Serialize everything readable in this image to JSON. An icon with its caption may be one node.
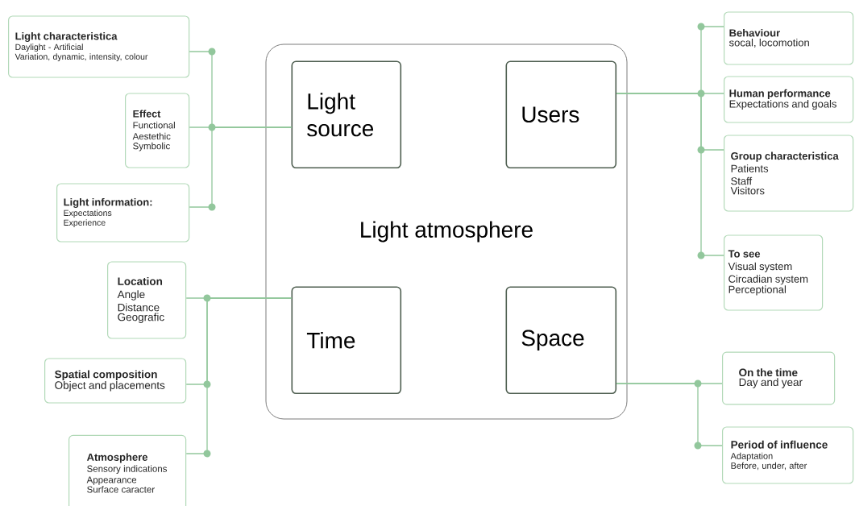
{
  "diagram": {
    "nodes": [
      {
        "text": [
          "Light atmosphere"
        ]
      },
      {
        "text": [
          "Light source"
        ],
        "in": 0
      },
      {
        "text": [
          "Users"
        ],
        "in": 0
      },
      {
        "text": [
          "Time"
        ],
        "in": 0
      },
      {
        "text": [
          "Space"
        ],
        "in": 0
      },
      {
        "text": [
          "Light characteristica",
          "Daylight - Artificial",
          "Variation, dynamic, intensity, colour"
        ]
      },
      {
        "text": [
          "Effect",
          "Functional",
          "Aestethic",
          "Symbolic"
        ]
      },
      {
        "text": [
          "Light information:",
          "Expectations",
          "Experience"
        ]
      },
      {
        "text": [
          "Behaviour",
          "socal, locomotion"
        ]
      },
      {
        "text": [
          "Human performance",
          "Expectations and goals"
        ]
      },
      {
        "text": [
          "Group characteristica",
          "Patients",
          "Staff",
          "Visitors"
        ]
      },
      {
        "text": [
          "To see",
          "Visual system",
          "Circadian system",
          "Perceptional"
        ]
      },
      {
        "text": [
          "Location",
          "Angle",
          "Distance",
          "Geografic"
        ]
      },
      {
        "text": [
          "Spatial composition",
          "Object and placements"
        ]
      },
      {
        "text": [
          "Atmosphere",
          "Sensory indications",
          "Appearance",
          "Surface caracter"
        ]
      },
      {
        "text": [
          "On the time",
          "Day and year"
        ]
      },
      {
        "text": [
          "Period of influence",
          "Adaptation",
          "Before, under, after"
        ]
      }
    ],
    "edges": [
      {
        "from": 1,
        "to": 5,
        "arrow": "none"
      },
      {
        "from": 1,
        "to": 6,
        "arrow": "none"
      },
      {
        "from": 1,
        "to": 7,
        "arrow": "none"
      },
      {
        "from": 2,
        "to": 8,
        "arrow": "none"
      },
      {
        "from": 2,
        "to": 9,
        "arrow": "none"
      },
      {
        "from": 2,
        "to": 10,
        "arrow": "none"
      },
      {
        "from": 2,
        "to": 11,
        "arrow": "none"
      },
      {
        "from": 3,
        "to": 12,
        "arrow": "none"
      },
      {
        "from": 3,
        "to": 13,
        "arrow": "none"
      },
      {
        "from": 3,
        "to": 14,
        "arrow": "none"
      },
      {
        "from": 4,
        "to": 15,
        "arrow": "none"
      },
      {
        "from": 4,
        "to": 16,
        "arrow": "none"
      }
    ]
  }
}
